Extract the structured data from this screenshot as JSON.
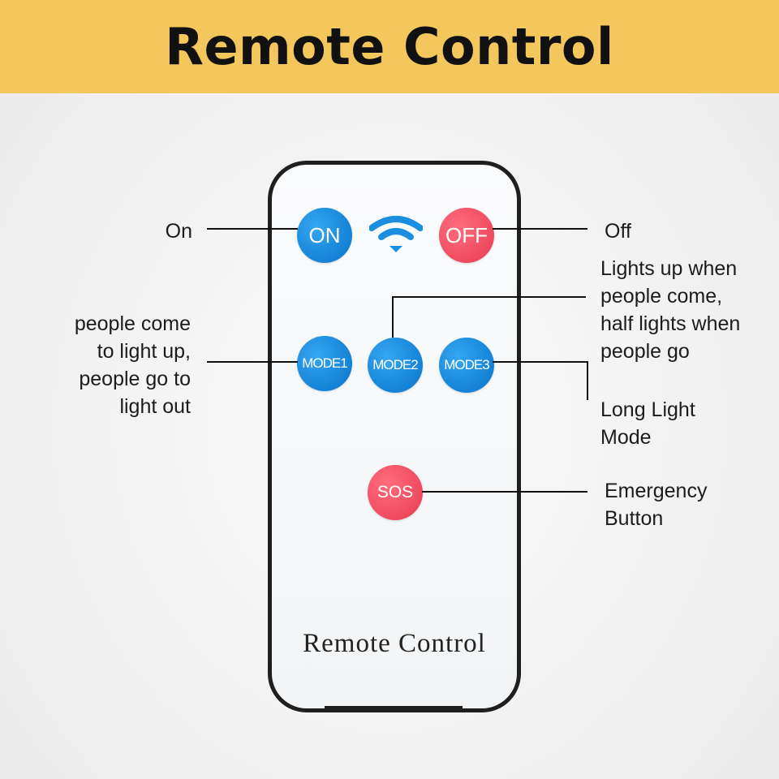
{
  "header": {
    "title": "Remote Control"
  },
  "remote": {
    "label": "Remote Control",
    "buttons": {
      "on": "ON",
      "off": "OFF",
      "mode1": "MODE1",
      "mode2": "MODE2",
      "mode3": "MODE3",
      "sos": "SOS"
    }
  },
  "callouts": {
    "on": [
      "On"
    ],
    "off": [
      "Off"
    ],
    "mode1": [
      "people come",
      "to light up,",
      "people go to",
      "light out"
    ],
    "mode2": [
      "Lights up when",
      "people come,",
      "half lights when",
      "people go"
    ],
    "mode3": [
      "Long Light",
      "Mode"
    ],
    "sos": [
      "Emergency",
      "Button"
    ]
  },
  "colors": {
    "header": "#f3c75c",
    "blue_button": "#1482d6",
    "red_button": "#ef4a5e"
  }
}
